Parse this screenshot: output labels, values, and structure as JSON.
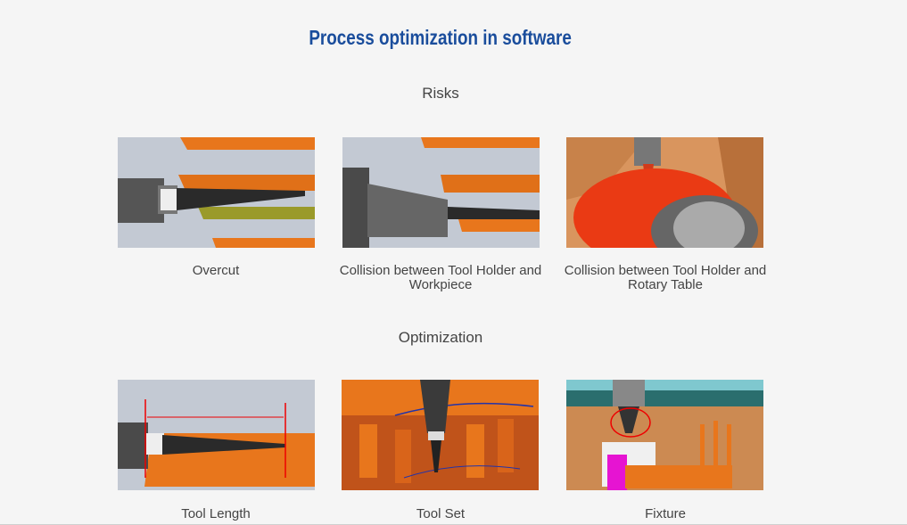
{
  "page_title": "Process optimization in software",
  "sections": [
    {
      "heading": "Risks",
      "items": [
        {
          "caption": "Overcut",
          "icon": "overcut-image"
        },
        {
          "caption": "Collision between Tool Holder and Workpiece",
          "icon": "collision-workpiece-image"
        },
        {
          "caption": "Collision between Tool Holder and Rotary Table",
          "icon": "collision-rotary-table-image"
        }
      ]
    },
    {
      "heading": "Optimization",
      "items": [
        {
          "caption": "Tool Length",
          "icon": "tool-length-image"
        },
        {
          "caption": "Tool Set",
          "icon": "tool-set-image"
        },
        {
          "caption": "Fixture",
          "icon": "fixture-image"
        }
      ]
    }
  ],
  "colors": {
    "title": "#1a4d9c",
    "text": "#444444",
    "background": "#f5f5f5",
    "orange": "#e8761c"
  }
}
